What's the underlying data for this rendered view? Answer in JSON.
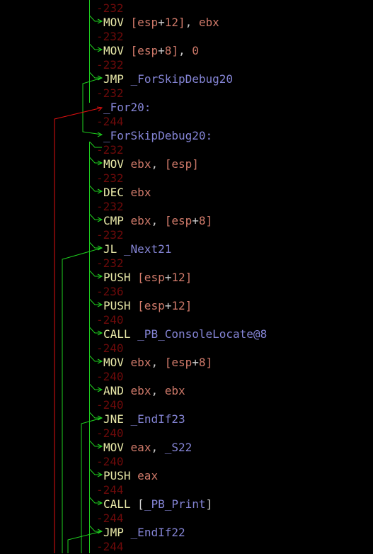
{
  "colors": {
    "background": "#000000",
    "mnemonic": "#e8e8a8",
    "operand": "#d07a6a",
    "symbol": "#8585d6",
    "stack_depth": "#6e0a0a",
    "flow_line": "#1fd21f",
    "back_jump_line": "#e01010"
  },
  "rows": [
    {
      "type": "stack",
      "text": "-232"
    },
    {
      "type": "ins",
      "mn": "MOV",
      "p": [
        {
          "c": "op",
          "t": "[esp"
        },
        {
          "c": "pl",
          "t": "+"
        },
        {
          "c": "op",
          "t": "12]"
        },
        {
          "c": "pl",
          "t": ", "
        },
        {
          "c": "op",
          "t": "ebx"
        }
      ]
    },
    {
      "type": "stack",
      "text": "-232"
    },
    {
      "type": "ins",
      "mn": "MOV",
      "p": [
        {
          "c": "op",
          "t": "[esp"
        },
        {
          "c": "pl",
          "t": "+"
        },
        {
          "c": "op",
          "t": "8]"
        },
        {
          "c": "pl",
          "t": ", "
        },
        {
          "c": "op",
          "t": "0"
        }
      ]
    },
    {
      "type": "stack",
      "text": "-232"
    },
    {
      "type": "ins",
      "mn": "JMP",
      "p": [
        {
          "c": "sym",
          "t": "_ForSkipDebug20"
        }
      ]
    },
    {
      "type": "stack",
      "text": "-232"
    },
    {
      "type": "label",
      "text": "_For20:"
    },
    {
      "type": "stack",
      "text": "-244"
    },
    {
      "type": "label",
      "text": "_ForSkipDebug20:"
    },
    {
      "type": "stack",
      "text": "-232"
    },
    {
      "type": "ins",
      "mn": "MOV",
      "p": [
        {
          "c": "op",
          "t": "ebx"
        },
        {
          "c": "pl",
          "t": ", "
        },
        {
          "c": "op",
          "t": "[esp]"
        }
      ]
    },
    {
      "type": "stack",
      "text": "-232"
    },
    {
      "type": "ins",
      "mn": "DEC",
      "p": [
        {
          "c": "op",
          "t": "ebx"
        }
      ]
    },
    {
      "type": "stack",
      "text": "-232"
    },
    {
      "type": "ins",
      "mn": "CMP",
      "p": [
        {
          "c": "op",
          "t": "ebx"
        },
        {
          "c": "pl",
          "t": ", "
        },
        {
          "c": "op",
          "t": "[esp"
        },
        {
          "c": "pl",
          "t": "+"
        },
        {
          "c": "op",
          "t": "8]"
        }
      ]
    },
    {
      "type": "stack",
      "text": "-232"
    },
    {
      "type": "ins",
      "mn": "JL",
      "p": [
        {
          "c": "sym",
          "t": "_Next21"
        }
      ]
    },
    {
      "type": "stack",
      "text": "-232"
    },
    {
      "type": "ins",
      "mn": "PUSH",
      "p": [
        {
          "c": "op",
          "t": "[esp"
        },
        {
          "c": "pl",
          "t": "+"
        },
        {
          "c": "op",
          "t": "12]"
        }
      ]
    },
    {
      "type": "stack",
      "text": "-236"
    },
    {
      "type": "ins",
      "mn": "PUSH",
      "p": [
        {
          "c": "op",
          "t": "[esp"
        },
        {
          "c": "pl",
          "t": "+"
        },
        {
          "c": "op",
          "t": "12]"
        }
      ]
    },
    {
      "type": "stack",
      "text": "-240"
    },
    {
      "type": "ins",
      "mn": "CALL",
      "p": [
        {
          "c": "sym",
          "t": "_PB_ConsoleLocate@8"
        }
      ]
    },
    {
      "type": "stack",
      "text": "-240"
    },
    {
      "type": "ins",
      "mn": "MOV",
      "p": [
        {
          "c": "op",
          "t": "ebx"
        },
        {
          "c": "pl",
          "t": ", "
        },
        {
          "c": "op",
          "t": "[esp"
        },
        {
          "c": "pl",
          "t": "+"
        },
        {
          "c": "op",
          "t": "8]"
        }
      ]
    },
    {
      "type": "stack",
      "text": "-240"
    },
    {
      "type": "ins",
      "mn": "AND",
      "p": [
        {
          "c": "op",
          "t": "ebx"
        },
        {
          "c": "pl",
          "t": ", "
        },
        {
          "c": "op",
          "t": "ebx"
        }
      ]
    },
    {
      "type": "stack",
      "text": "-240"
    },
    {
      "type": "ins",
      "mn": "JNE",
      "p": [
        {
          "c": "sym",
          "t": "_EndIf23"
        }
      ]
    },
    {
      "type": "stack",
      "text": "-240"
    },
    {
      "type": "ins",
      "mn": "MOV",
      "p": [
        {
          "c": "op",
          "t": "eax"
        },
        {
          "c": "pl",
          "t": ", "
        },
        {
          "c": "sym",
          "t": "_S22"
        }
      ]
    },
    {
      "type": "stack",
      "text": "-240"
    },
    {
      "type": "ins",
      "mn": "PUSH",
      "p": [
        {
          "c": "op",
          "t": "eax"
        }
      ]
    },
    {
      "type": "stack",
      "text": "-244"
    },
    {
      "type": "ins",
      "mn": "CALL",
      "p": [
        {
          "c": "pl",
          "t": "["
        },
        {
          "c": "sym",
          "t": "_PB_Print"
        },
        {
          "c": "pl",
          "t": "]"
        }
      ]
    },
    {
      "type": "stack",
      "text": "-244"
    },
    {
      "type": "ins",
      "mn": "JMP",
      "p": [
        {
          "c": "sym",
          "t": "_EndIf22"
        }
      ]
    },
    {
      "type": "stack",
      "text": "-244"
    }
  ]
}
